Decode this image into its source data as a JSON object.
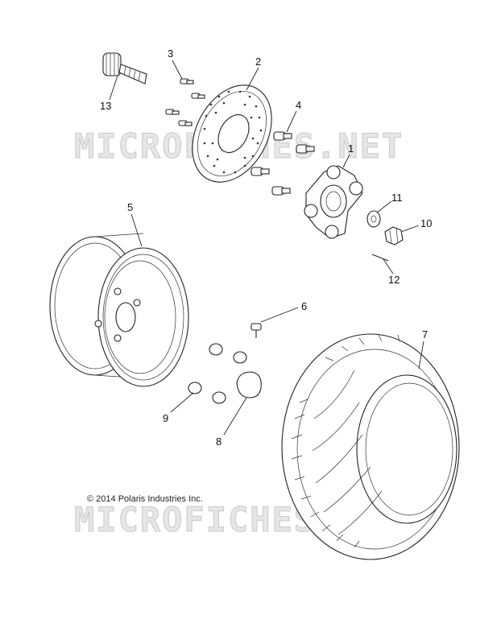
{
  "watermark": "MICROFICHES.NET",
  "copyright": "© 2014 Polaris Industries Inc.",
  "callouts": {
    "c1": "1",
    "c2": "2",
    "c3": "3",
    "c4": "4",
    "c5": "5",
    "c6": "6",
    "c7": "7",
    "c8": "8",
    "c9": "9",
    "c10": "10",
    "c11": "11",
    "c12": "12",
    "c13": "13"
  }
}
